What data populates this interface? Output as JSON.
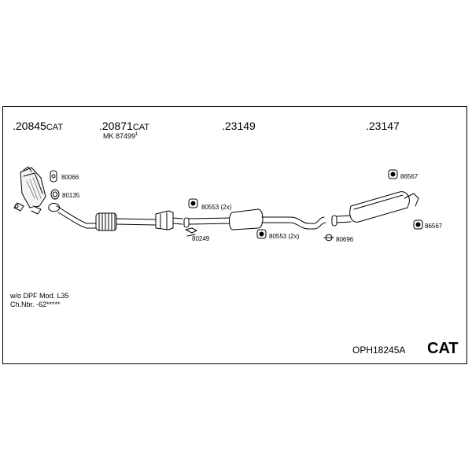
{
  "part_numbers": [
    {
      "number": ".20845",
      "suffix": "CAT"
    },
    {
      "number": ".20871",
      "suffix": "CAT"
    },
    {
      "number": ".23149",
      "suffix": ""
    },
    {
      "number": ".23147",
      "suffix": ""
    }
  ],
  "mk_note": "MK 87499",
  "mk_mark": "1",
  "accessories": {
    "a80066": "80066",
    "a80135": "80135",
    "a80553_top": "80553 (2x)",
    "a80249": "80249",
    "a80553_bottom": "80553 (2x)",
    "a80696": "80696",
    "a86567_top": "86567",
    "a86567_bottom": "86567"
  },
  "notes": {
    "line1": "w/o DPF  Mod. L35",
    "line2": "Ch.Nbr. -62*****"
  },
  "kit_code": "OPH18245A",
  "cat_label": "CAT"
}
